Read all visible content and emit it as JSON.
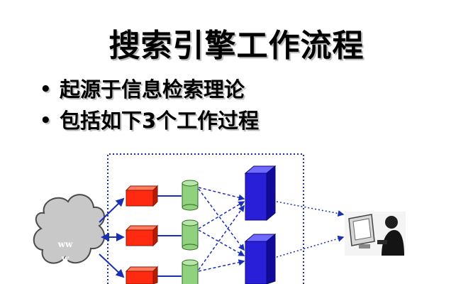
{
  "slide": {
    "title": "搜索引擎工作流程",
    "bullets": [
      "起源于信息检索理论",
      "包括如下3个工作过程"
    ]
  },
  "diagram": {
    "cloud_label_line1": "ww",
    "cloud_label_line2": "w",
    "colors": {
      "crawler": "#ff2a10",
      "store": "#8fd17c",
      "server": "#2a1fd8",
      "connector": "#1b2fb3"
    }
  }
}
